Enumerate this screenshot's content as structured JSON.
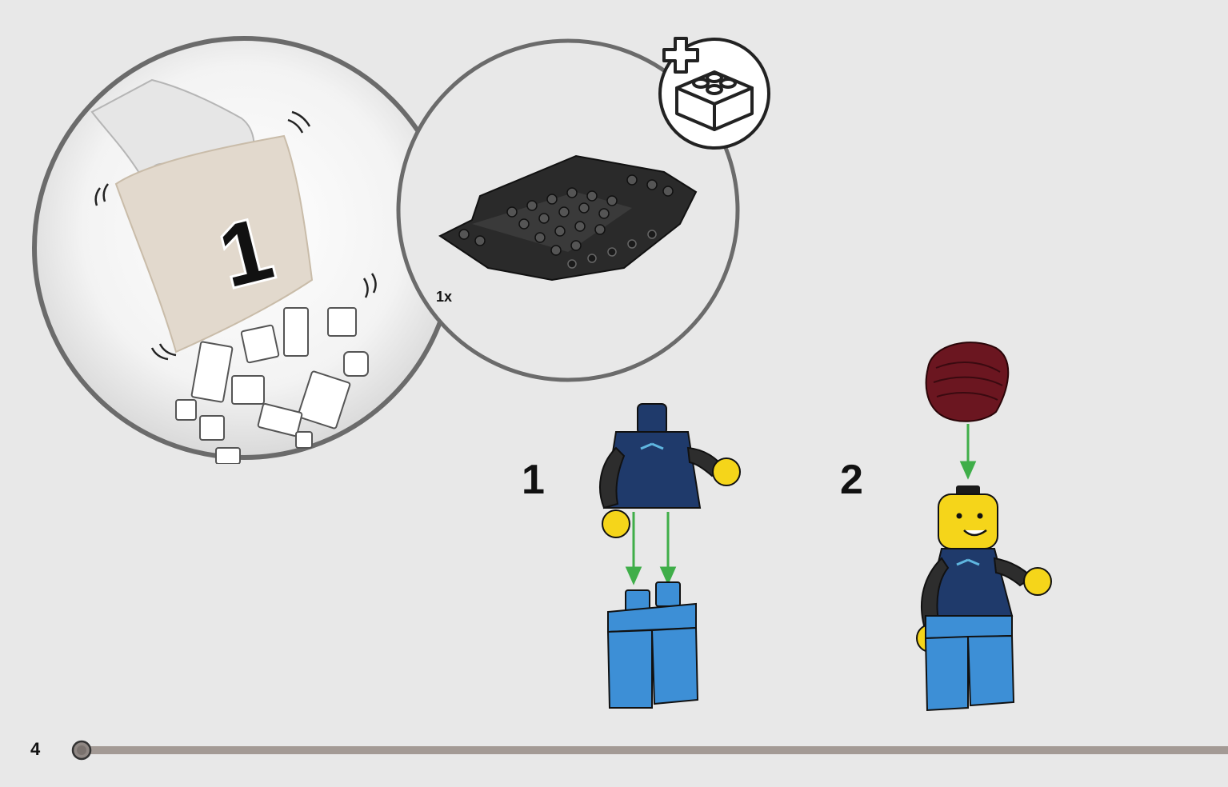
{
  "bag": {
    "number": "1"
  },
  "parts_callout": {
    "quantity": "1x",
    "add_icon": "add-bricks-icon"
  },
  "steps": [
    {
      "number": "1"
    },
    {
      "number": "2"
    }
  ],
  "footer": {
    "page_number": "4"
  },
  "colors": {
    "background": "#e8e8e8",
    "callout_border": "#6b6b6b",
    "arrow": "#3fae49",
    "torso": "#1f3a6b",
    "legs": "#3d8fd6",
    "skin": "#f5d51a",
    "hair": "#6b1620",
    "progress_track": "#a39a95"
  }
}
